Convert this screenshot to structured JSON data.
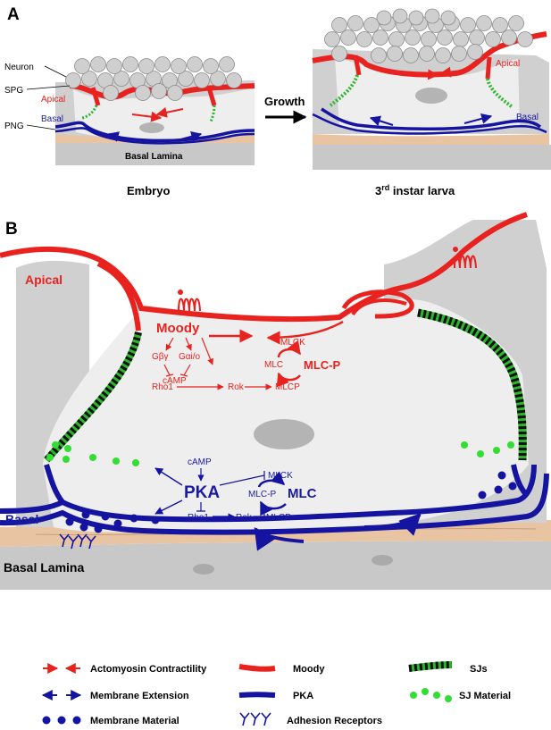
{
  "colors": {
    "moody": "#e8231f",
    "pka": "#1414a0",
    "sj_green": "#2db52d",
    "sj_material": "#33dd33",
    "cell_fill": "#eeeeee",
    "glia_gray": "#d0d0d0",
    "lamina_gray": "#c8c8c8",
    "lamina_tan": "#e8c4a2",
    "neuron_gray": "#cfcfcf",
    "nucleus_gray": "#b4b4b4"
  },
  "panel_a": {
    "letter": "A",
    "embryo": {
      "neuron": "Neuron",
      "spg": "SPG",
      "png": "PNG",
      "apical": "Apical",
      "basal": "Basal",
      "basal_lamina": "Basal Lamina",
      "caption": "Embryo"
    },
    "growth": "Growth",
    "larva": {
      "apical": "Apical",
      "basal": "Basal",
      "caption_prefix": "3",
      "caption_sup": "rd",
      "caption_suffix": " instar larva"
    }
  },
  "panel_b": {
    "letter": "B",
    "apical": "Apical",
    "basal": "Basal",
    "basal_lamina": "Basal Lamina",
    "moody_pathway": {
      "moody": "Moody",
      "gby": "Gβγ",
      "gaio": "Gαi/o",
      "camp": "cAMP",
      "rho1": "Rho1",
      "rok": "Rok",
      "mlcp": "MLCP",
      "mlck": "MLCK",
      "mlc": "MLC",
      "mlcp_phospho": "MLC-P"
    },
    "pka_pathway": {
      "camp": "cAMP",
      "pka": "PKA",
      "rho1": "Rho1",
      "rok": "Rok",
      "mlck": "MLCK",
      "mlcp": "MLCP",
      "mlc_p": "MLC-P",
      "mlc": "MLC"
    }
  },
  "legend": {
    "actomyosin": "Actomyosin Contractility",
    "moody": "Moody",
    "sjs": "SJs",
    "membrane_extension": "Membrane Extension",
    "pka": "PKA",
    "sj_material": "SJ Material",
    "membrane_material": "Membrane Material",
    "adhesion": "Adhesion Receptors"
  }
}
